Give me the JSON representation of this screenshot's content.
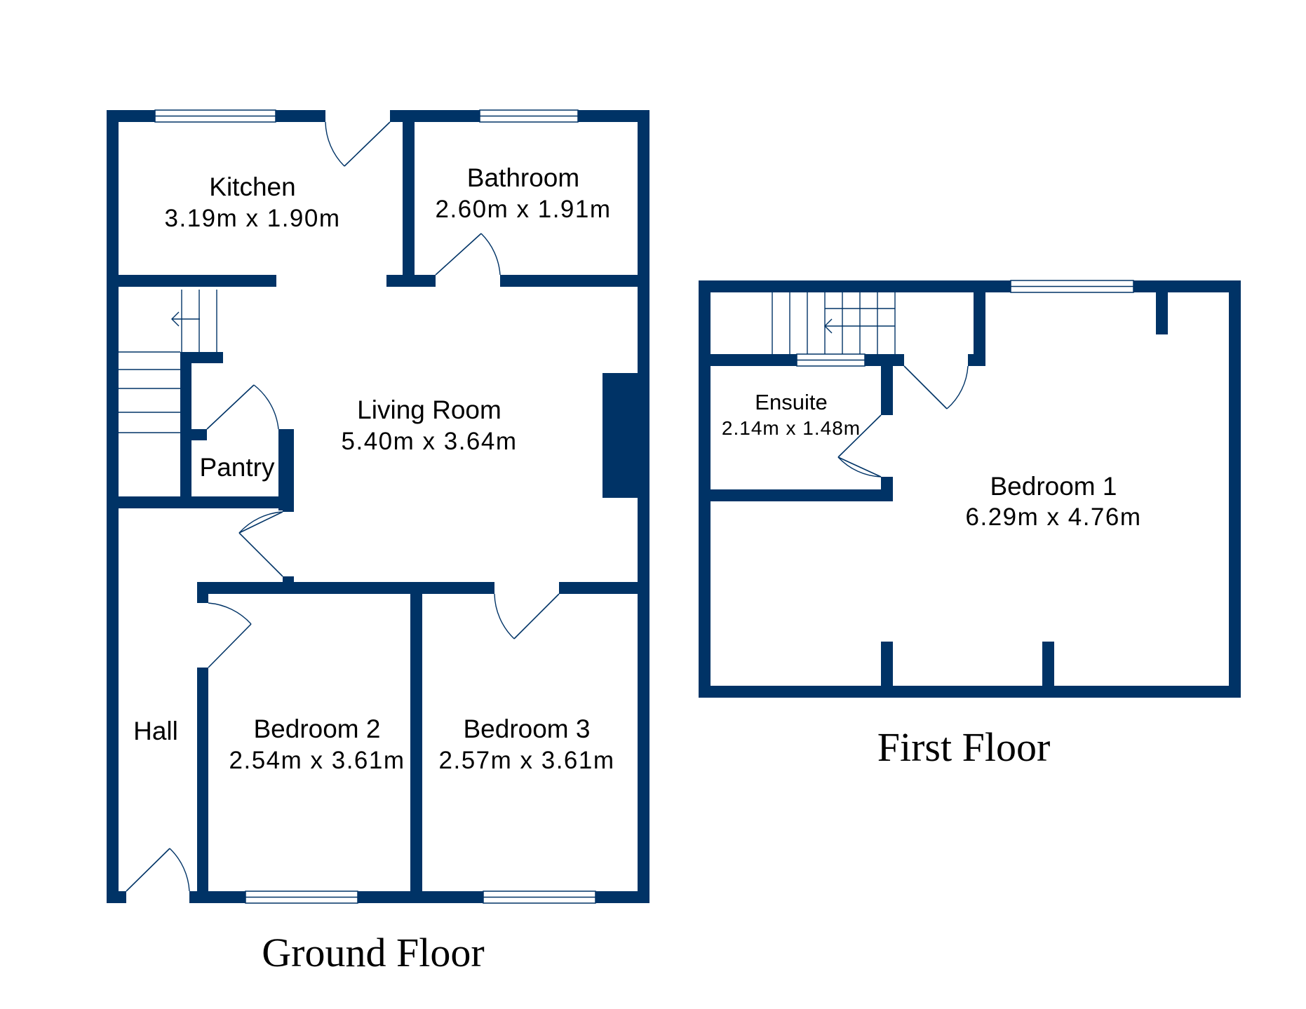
{
  "colors": {
    "wall": "#003366",
    "text": "#000000",
    "background": "#ffffff"
  },
  "ground_floor": {
    "title": "Ground Floor",
    "rooms": {
      "kitchen": {
        "name": "Kitchen",
        "dims": "3.19m x 1.90m"
      },
      "bathroom": {
        "name": "Bathroom",
        "dims": "2.60m x 1.91m"
      },
      "living_room": {
        "name": "Living Room",
        "dims": "5.40m x 3.64m"
      },
      "pantry": {
        "name": "Pantry"
      },
      "hall": {
        "name": "Hall"
      },
      "bedroom_2": {
        "name": "Bedroom 2",
        "dims": "2.54m x 3.61m"
      },
      "bedroom_3": {
        "name": "Bedroom 3",
        "dims": "2.57m x 3.61m"
      }
    }
  },
  "first_floor": {
    "title": "First Floor",
    "rooms": {
      "ensuite": {
        "name": "Ensuite",
        "dims": "2.14m x 1.48m"
      },
      "bedroom_1": {
        "name": "Bedroom 1",
        "dims": "6.29m x 4.76m"
      }
    }
  }
}
